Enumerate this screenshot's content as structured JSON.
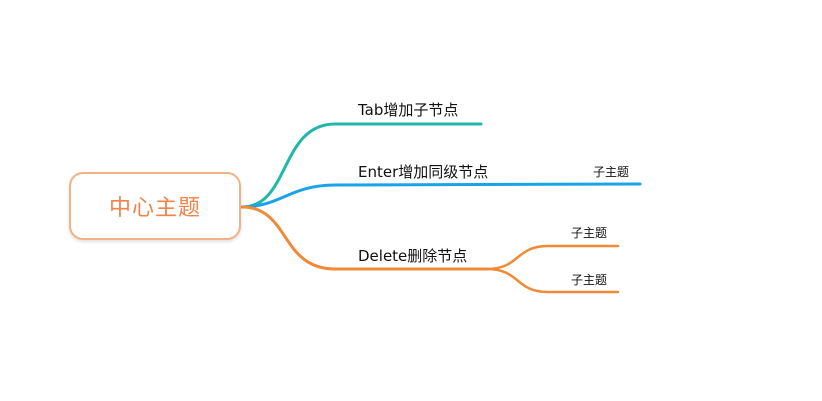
{
  "mindmap": {
    "root": {
      "label": "中心主题",
      "border_color": "#f5b186",
      "text_color": "#f0834a"
    },
    "branches": [
      {
        "label": "Tab增加子节点",
        "color": "#1fb8a8",
        "children": []
      },
      {
        "label": "Enter增加同级节点",
        "color": "#1aa3e8",
        "children": [
          {
            "label": "子主题"
          }
        ]
      },
      {
        "label": "Delete删除节点",
        "color": "#f08a36",
        "children": [
          {
            "label": "子主题"
          },
          {
            "label": "子主题"
          }
        ]
      }
    ]
  }
}
